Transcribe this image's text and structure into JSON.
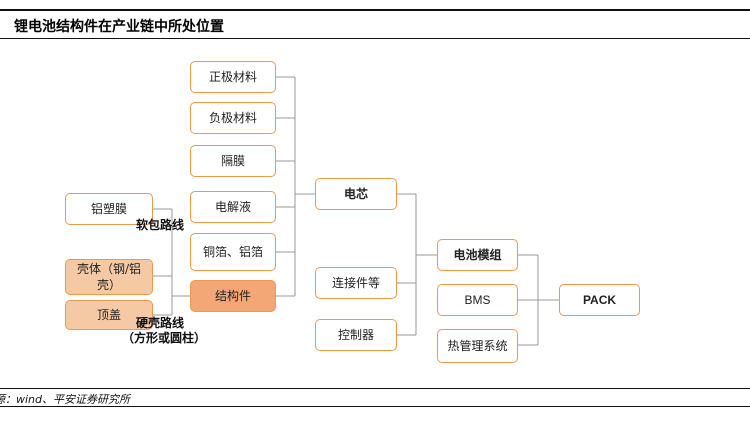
{
  "title": "锂电池结构件在产业链中所处位置",
  "source": "源：wind、平安证券研究所",
  "nodes": {
    "positive": "正极材料",
    "negative": "负极材料",
    "separator": "隔膜",
    "electrolyte": "电解液",
    "foil": "铜箔、铝箔",
    "structural": "结构件",
    "cell": "电芯",
    "connector": "连接件等",
    "controller": "控制器",
    "module": "电池模组",
    "bms": "BMS",
    "thermal": "热管理系统",
    "pack": "PACK",
    "film": "铝塑膜",
    "shell": "壳体（钢/铝壳）",
    "cover": "顶盖"
  },
  "labels": {
    "soft": "软包路线",
    "hard": "硬壳路线",
    "hard_sub": "（方形或圆柱）"
  },
  "colors": {
    "border": "#ee9a4d",
    "fill_light": "#f6c9a5",
    "fill_dark": "#f4a776",
    "line": "#999999"
  }
}
